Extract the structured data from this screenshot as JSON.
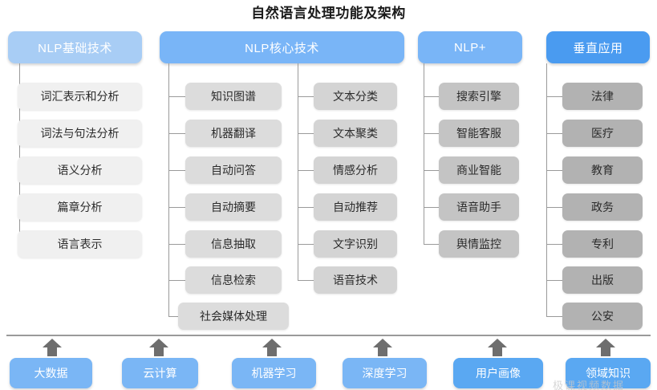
{
  "title": "自然语言处理功能及架构",
  "watermark": "极课视频数据",
  "colors": {
    "header_light": "#a8cdf5",
    "header_mid": "#79b5f7",
    "header_accent": "#4a9bf0",
    "node_col1": "#f0f0f0",
    "node_col2": "#dcdcdc",
    "node_col3": "#d4d4d4",
    "node_col4": "#c4c4c4",
    "node_col5": "#b2b2b2",
    "line": "#9a9a9a",
    "arrow": "#6e6e6e",
    "foundation": "#7ab6f5",
    "title_text": "#1a1a1a"
  },
  "columns": [
    {
      "header": "NLP基础技术",
      "header_color": "header_light",
      "node_shade": "node_col1",
      "items": [
        "词汇表示和分析",
        "词法与句法分析",
        "语义分析",
        "篇章分析",
        "语言表示"
      ]
    },
    {
      "header": "NLP核心技术",
      "header_color": "header_mid",
      "node_shade": "node_col2",
      "items": [
        "知识图谱",
        "机器翻译",
        "自动问答",
        "自动摘要",
        "信息抽取",
        "信息检索",
        "社会媒体处理"
      ]
    },
    {
      "header": "",
      "header_color": "header_mid",
      "node_shade": "node_col3",
      "items": [
        "文本分类",
        "文本聚类",
        "情感分析",
        "自动推荐",
        "文字识别",
        "语音技术"
      ]
    },
    {
      "header": "NLP+",
      "header_color": "header_mid",
      "node_shade": "node_col4",
      "items": [
        "搜索引擎",
        "智能客服",
        "商业智能",
        "语音助手",
        "舆情监控"
      ]
    },
    {
      "header": "垂直应用",
      "header_color": "header_accent",
      "node_shade": "node_col5",
      "items": [
        "法律",
        "医疗",
        "教育",
        "政务",
        "专利",
        "出版",
        "公安"
      ]
    }
  ],
  "foundation": {
    "items": [
      "大数据",
      "云计算",
      "机器学习",
      "深度学习",
      "用户画像",
      "领域知识"
    ]
  }
}
